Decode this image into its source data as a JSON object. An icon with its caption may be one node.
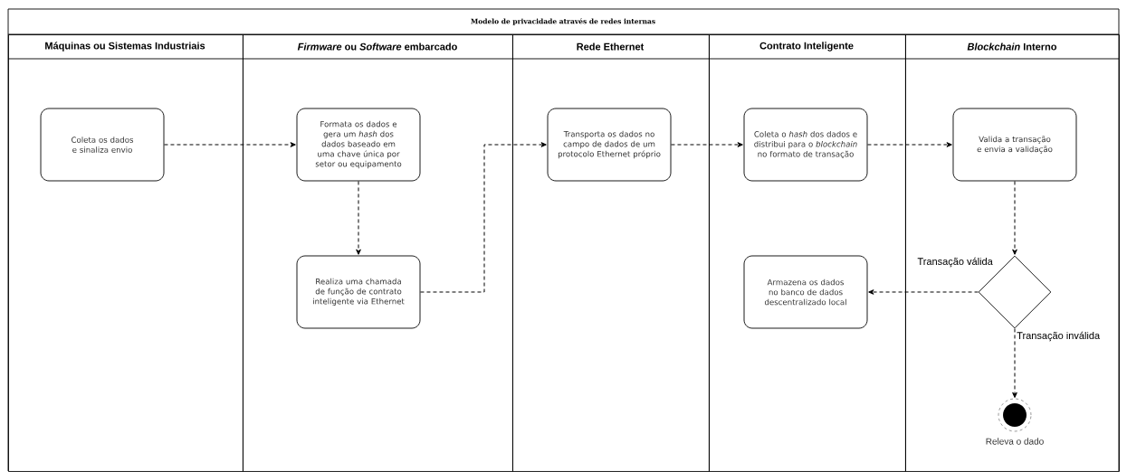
{
  "diagram": {
    "nodes": [
      {
        "text": [
          "Modelo de privacidade através de redes internas"
        ]
      },
      {
        "text": [
          "Máquinas ou Sistemas Industriais"
        ],
        "in": 0
      },
      {
        "text": [
          "*Firmware* ou *Software* embarcado"
        ],
        "in": 0
      },
      {
        "text": [
          "Rede Ethernet"
        ],
        "in": 0
      },
      {
        "text": [
          "Contrato Inteligente"
        ],
        "in": 0
      },
      {
        "text": [
          "*Blockchain* Interno"
        ],
        "in": 0
      },
      {
        "text": [
          "Coleta os dados e sinaliza envio"
        ],
        "in": 1
      },
      {
        "text": [
          "Formata os dados e gera um *hash* dos dados baseado em uma chave única por setor ou equipamento"
        ],
        "in": 2
      },
      {
        "text": [
          "Realiza uma chamada de função de contrato inteligente via Ethernet"
        ],
        "in": 2
      },
      {
        "text": [
          "Transporta os dados no campo de dados de um protocolo Ethernet próprio"
        ],
        "in": 3
      },
      {
        "text": [
          "Coleta o *hash* dos dados e distribui para o *blockchain* no formato de transação"
        ],
        "in": 4
      },
      {
        "text": [
          "Armazena os dados no banco de dados descentralizado local"
        ],
        "in": 4
      },
      {
        "text": [
          "Valida a transação e envia a validação"
        ],
        "in": 5
      },
      {
        "text": [],
        "shape": "diamond",
        "in": 5
      },
      {
        "text": [],
        "shape": "circle",
        "in": 5,
        "beside": [
          "Releva o dado"
        ]
      }
    ],
    "edges": [
      {
        "from": 6,
        "to": 7,
        "arrow": "to",
        "style": "dashed"
      },
      {
        "from": 7,
        "to": 8,
        "arrow": "to",
        "style": "dashed"
      },
      {
        "from": 8,
        "to": 9,
        "arrow": "to",
        "style": "dashed"
      },
      {
        "from": 9,
        "to": 10,
        "arrow": "to",
        "style": "dashed"
      },
      {
        "from": 10,
        "to": 12,
        "arrow": "to",
        "style": "dashed"
      },
      {
        "from": 12,
        "to": 13,
        "arrow": "to",
        "style": "dashed"
      },
      {
        "from": 13,
        "to": 11,
        "arrow": "to",
        "style": "dashed",
        "label": "Transação válida"
      },
      {
        "from": 13,
        "to": 14,
        "arrow": "to",
        "style": "dashed",
        "label": "Transação inválida"
      }
    ]
  }
}
